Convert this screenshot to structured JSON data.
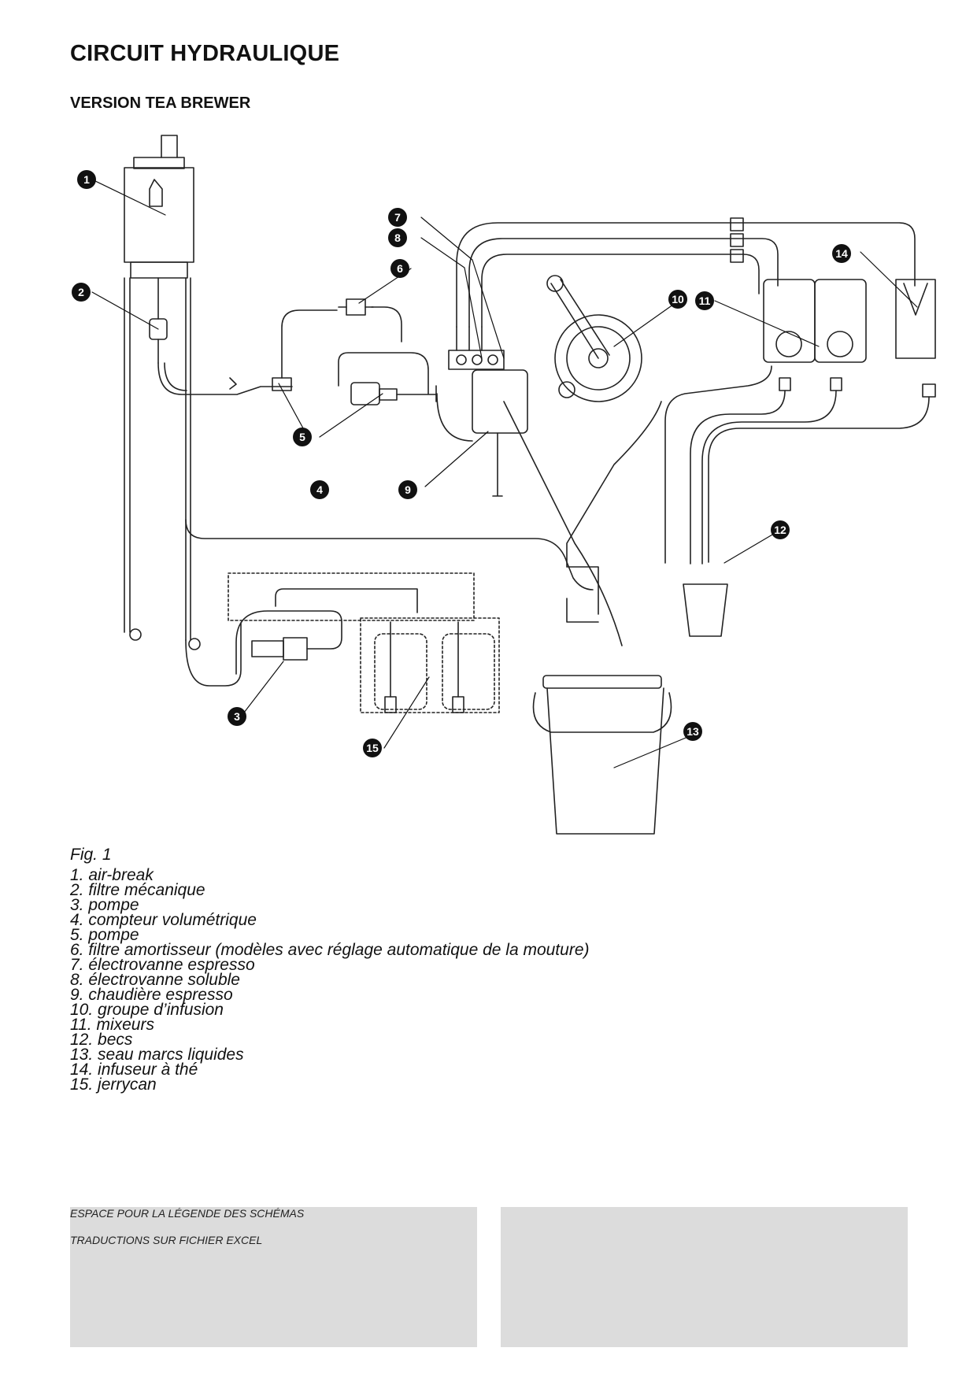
{
  "header": {
    "title": "CIRCUIT HYDRAULIQUE",
    "subtitle": "VERSION TEA BREWER"
  },
  "diagram": {
    "callouts": [
      "1",
      "2",
      "3",
      "4",
      "5",
      "6",
      "7",
      "8",
      "9",
      "10",
      "11",
      "12",
      "13",
      "14",
      "15"
    ]
  },
  "figure": {
    "caption": "Fig. 1",
    "legend": [
      "1.  air-break",
      "2.  filtre mécanique",
      "3.  pompe",
      "4.  compteur volumétrique",
      "5.  pompe",
      "6.  filtre amortisseur (modèles avec réglage automatique de la mouture)",
      "7.  électrovanne espresso",
      "8.  électrovanne soluble",
      "9.  chaudière espresso",
      "10.  groupe d’infusion",
      "11.  mixeurs",
      "12.  becs",
      "13.  seau marcs liquides",
      "14.  infuseur à thé",
      "15.  jerrycan"
    ]
  },
  "footer": {
    "note_1": "ESPACE POUR LA LÉGENDE DES SCHÉMAS",
    "note_2": "TRADUCTIONS SUR FICHIER EXCEL"
  }
}
